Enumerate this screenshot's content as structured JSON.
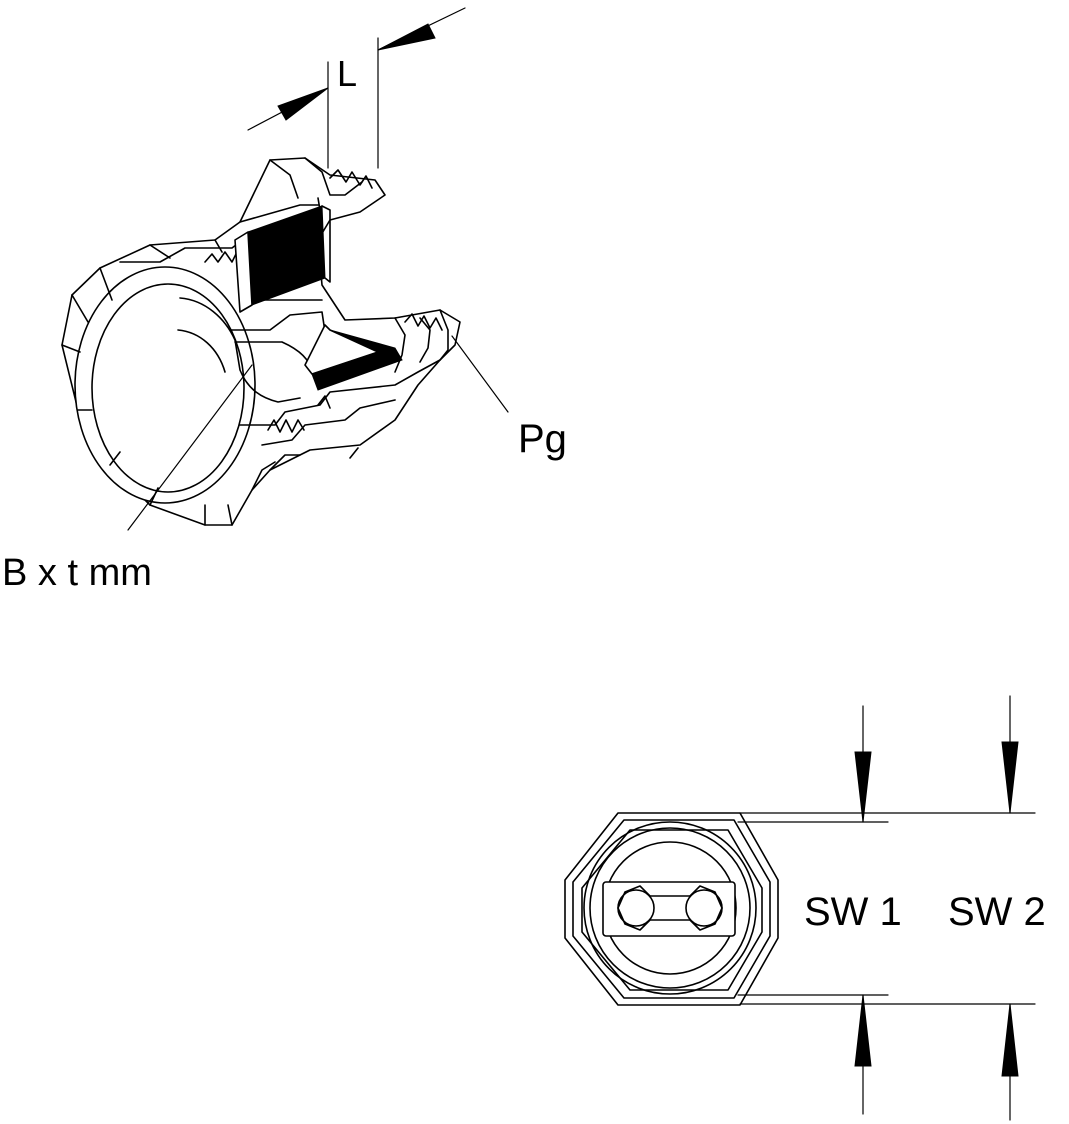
{
  "labels": {
    "length": "L",
    "thread": "Pg",
    "seal_size": "B x t mm",
    "wrench_size_1": "SW 1",
    "wrench_size_2": "SW 2"
  },
  "colors": {
    "line": "#000000",
    "background": "#ffffff"
  }
}
